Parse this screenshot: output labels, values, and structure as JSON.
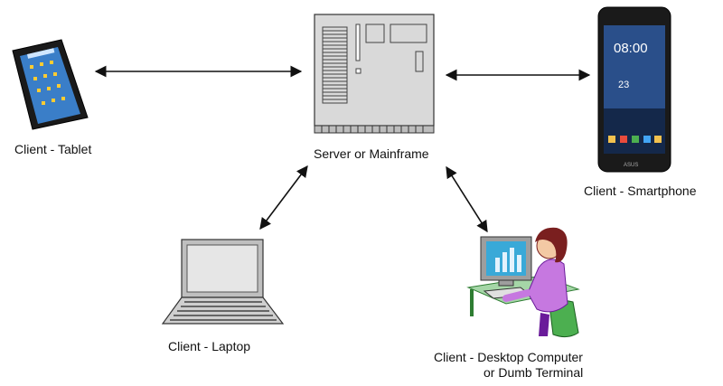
{
  "labels": {
    "tablet": "Client - Tablet",
    "server": "Server or Mainframe",
    "smartphone": "Client - Smartphone",
    "laptop": "Client - Laptop",
    "desktop_line1": "Client - Desktop Computer",
    "desktop_line2": "or Dumb Terminal"
  },
  "phone_screen": {
    "time": "08:00",
    "date": "23",
    "brand": "ASUS"
  },
  "colors": {
    "server_fill": "#d9d9d9",
    "device_black": "#1a1a1a",
    "tablet_screen": "#3a7ec8",
    "phone_screen": "#2a4f8a",
    "monitor_screen": "#39a9d8",
    "person_hair": "#7a1f1f",
    "person_shirt": "#c678e0",
    "chair_green": "#4caf50",
    "desk_green": "#a5d6a7",
    "arrow": "#111111"
  },
  "icons": [
    "server-icon",
    "tablet-icon",
    "smartphone-icon",
    "laptop-icon",
    "desktop-user-icon"
  ]
}
